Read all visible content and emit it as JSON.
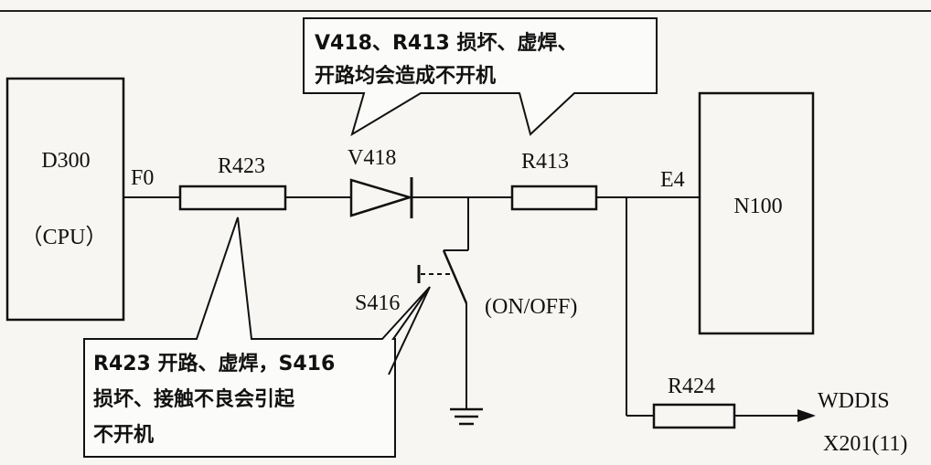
{
  "blocks": {
    "cpu": {
      "name": "D300",
      "sub": "（CPU）"
    },
    "n100": {
      "name": "N100"
    }
  },
  "nets": {
    "f0": "F0",
    "e4": "E4",
    "wddis": "WDDIS",
    "x201": "X201(11)"
  },
  "components": {
    "r423": "R423",
    "v418": "V418",
    "r413": "R413",
    "s416": "S416",
    "r424": "R424",
    "switch_state": "(ON/OFF)"
  },
  "callouts": {
    "top": {
      "line1": "V418、R413 损坏、虚焊、",
      "line2": "开路均会造成不开机"
    },
    "bottom": {
      "line1": "R423 开路、虚焊，S416",
      "line2": "损坏、接触不良会引起",
      "line3": "不开机"
    }
  }
}
